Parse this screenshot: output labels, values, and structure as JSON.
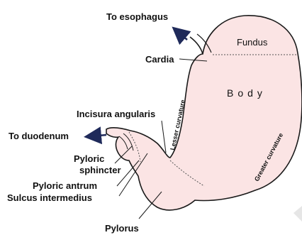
{
  "diagram": {
    "labels": {
      "esophagus": "To esophagus",
      "fundus": "Fundus",
      "cardia": "Cardia",
      "body": "Body",
      "incisura": "Incisura angularis",
      "duodenum": "To duodenum",
      "pyloric_sphincter_1": "Pyloric",
      "pyloric_sphincter_2": "sphincter",
      "pyloric_antrum": "Pyloric antrum",
      "sulcus": "Sulcus intermedius",
      "pylorus": "Pylorus",
      "lesser_curvature": "Lesser curvature",
      "greater_curvature": "Greater curvature"
    },
    "colors": {
      "stomach_fill": "#fbe4e4",
      "stroke": "#1a1a1a",
      "arrow": "#1f2a5a"
    }
  }
}
